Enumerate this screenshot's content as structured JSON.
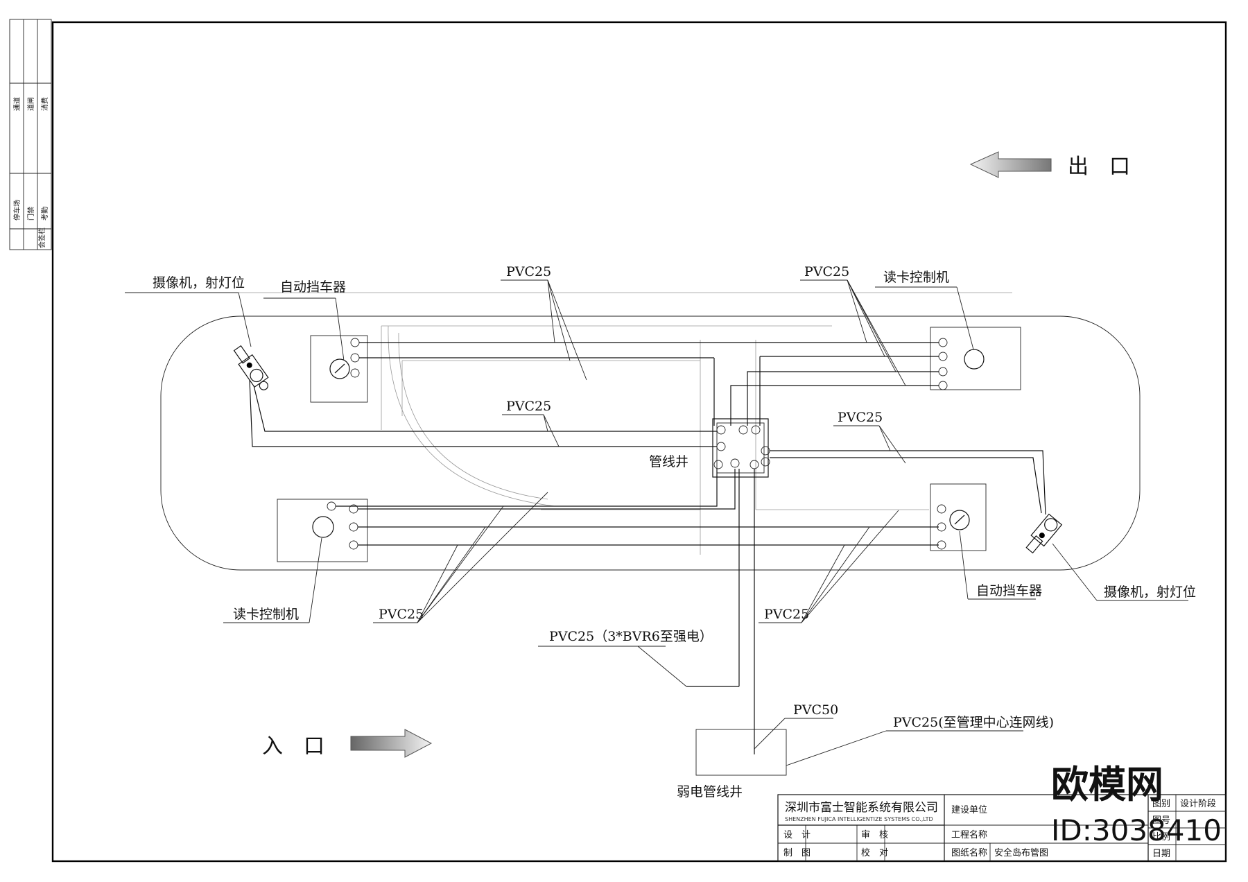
{
  "labels": {
    "exit": "出　口",
    "entrance": "入　口",
    "camera_left": "摄像机，射灯位",
    "camera_right": "摄像机，射灯位",
    "barrier_left": "自动挡车器",
    "barrier_right": "自动挡车器",
    "card_reader_top": "读卡控制机",
    "card_reader_bottom": "读卡控制机",
    "pipe_well": "管线井",
    "weak_current_well": "弱电管线井",
    "pvc25_top_left": "PVC25",
    "pvc25_top_right": "PVC25",
    "pvc25_mid_left": "PVC25",
    "pvc25_mid_right": "PVC25",
    "pvc25_bottom_left": "PVC25",
    "pvc25_bottom_right": "PVC25",
    "pvc25_power": "PVC25（3*BVR6至强电）",
    "pvc50": "PVC50",
    "pvc25_network": "PVC25(至管理中心连网线)"
  },
  "title_block": {
    "company": "深圳市富士智能系统有限公司",
    "company_en": "SHENZHEN FUJICA INTELLIGENTIZE SYSTEMS CO.,LTD",
    "client": "建设单位",
    "design": "设　计",
    "review": "审　核",
    "draw": "制　图",
    "check": "校　对",
    "project_name": "工程名称",
    "drawing_name_label": "图纸名称",
    "drawing_name": "安全岛布管图",
    "category": "图别",
    "stage": "设计阶段",
    "drawing_no": "图号",
    "scale": "比例",
    "date": "日期"
  },
  "side_block": {
    "row1": [
      "通道",
      "道闸",
      "消费"
    ],
    "row2": [
      "停车场",
      "门禁",
      "考勤"
    ],
    "row3": "会签栏"
  },
  "watermark": {
    "logo": "欧模网",
    "id": "ID:3038410"
  }
}
